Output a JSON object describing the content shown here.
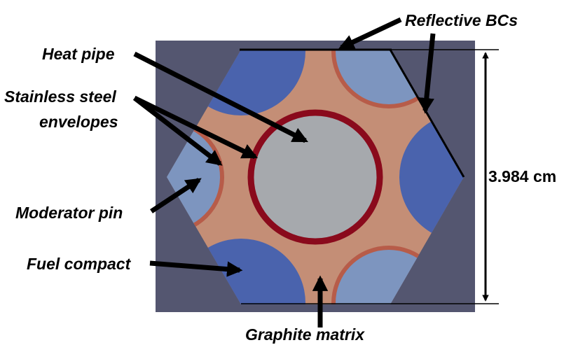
{
  "labels": {
    "reflective_bcs": "Reflective BCs",
    "heat_pipe": "Heat pipe",
    "stainless_steel_line1": "Stainless steel",
    "stainless_steel_line2": "envelopes",
    "moderator_pin": "Moderator pin",
    "fuel_compact": "Fuel compact",
    "graphite_matrix": "Graphite matrix",
    "dimension": "3.984 cm"
  },
  "colors": {
    "background_region": "#545670",
    "graphite_matrix": "#c48e76",
    "heat_pipe": "#a6a9ad",
    "heat_pipe_envelope": "#8a0a1c",
    "moderator_pin": "#7d95bf",
    "moderator_envelope": "#b75c49",
    "fuel_compact": "#4a63ad",
    "annotation": "#000000"
  }
}
